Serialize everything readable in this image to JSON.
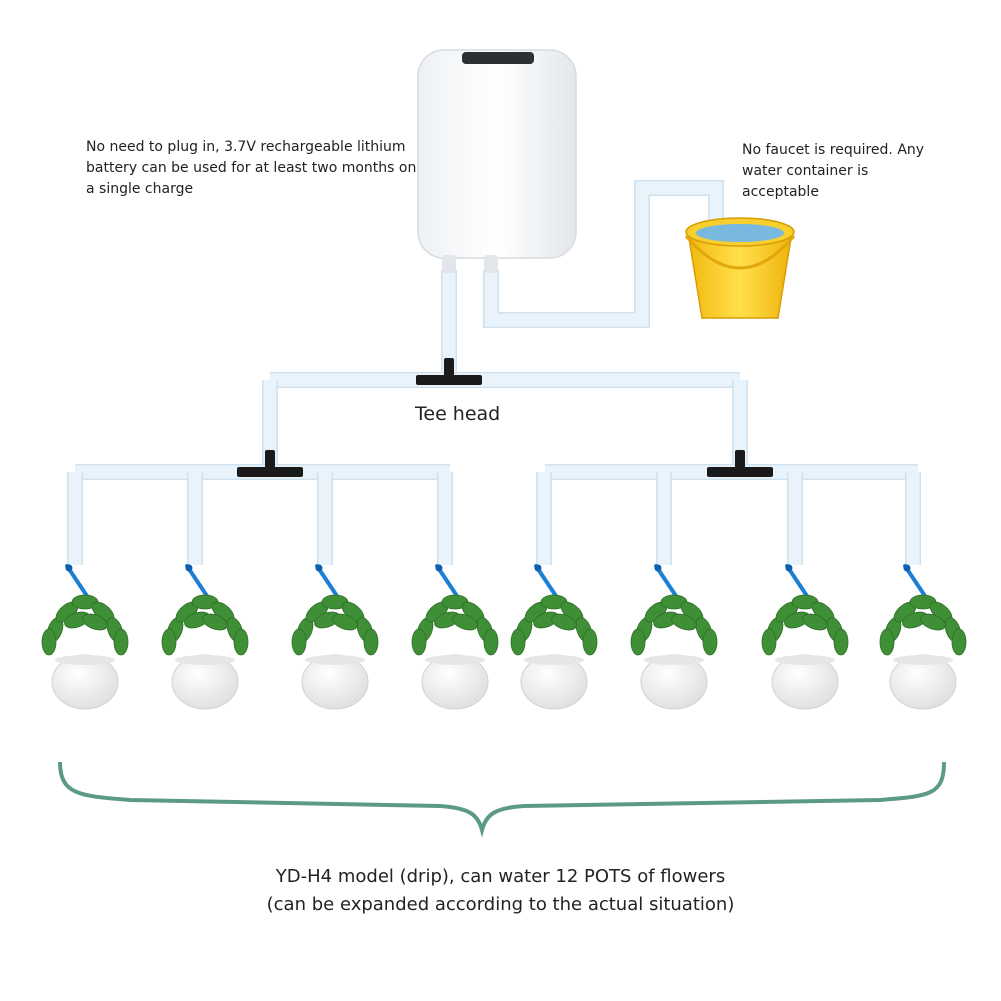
{
  "battery_note": {
    "lines": [
      "No need to plug in, 3.7V rechargeable lithium",
      "battery can be used for at least two months on",
      "a single charge"
    ]
  },
  "faucet_note": {
    "lines": [
      "No faucet is required. Any",
      "water container is",
      "acceptable"
    ]
  },
  "tee_label": "Tee head",
  "caption": {
    "lines": [
      "YD-H4 model (drip), can water 12 POTS of flowers",
      "(can be expanded according to the actual situation)"
    ]
  },
  "colors": {
    "tube": "#e9f3fb",
    "tee": "#1a1a1a",
    "dripper": "#1c7fd6",
    "leaf": "#3f8f36",
    "pot": "#f4f4f4",
    "bucket": "#f6c21c",
    "brace": "#5c9a86"
  },
  "pots": [
    1,
    2,
    3,
    4,
    5,
    6,
    7,
    8
  ]
}
